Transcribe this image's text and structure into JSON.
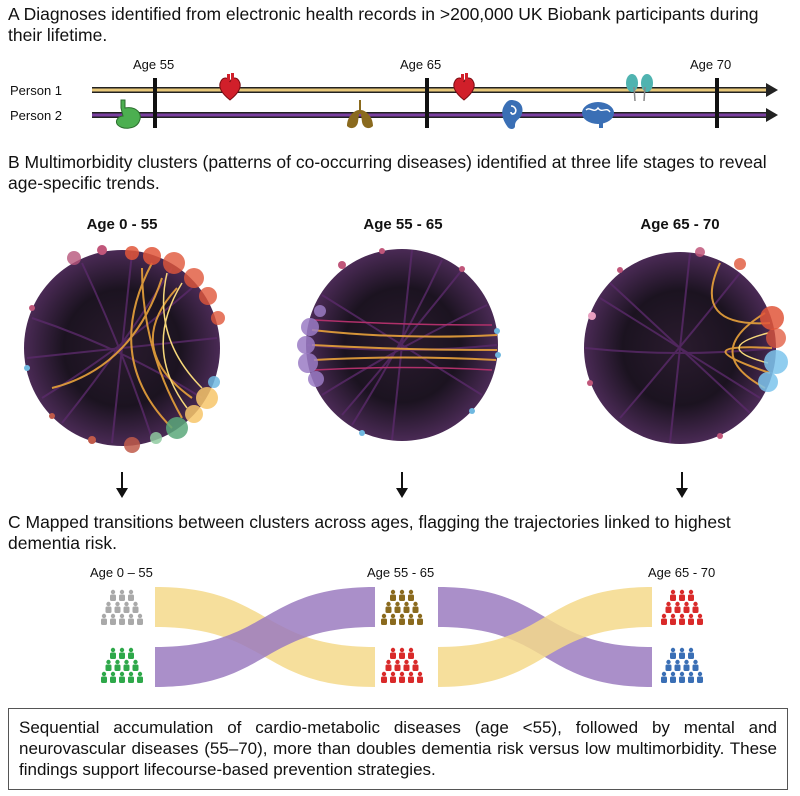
{
  "section_a": {
    "text": "A Diagnoses identified from electronic health records in >200,000 UK Biobank participants during their lifetime.",
    "persons": [
      "Person 1",
      "Person  2"
    ],
    "age_marks": [
      "Age 55",
      "Age 65",
      "Age 70"
    ],
    "person1_color": "#e8c87a",
    "person2_color": "#7a3fa0",
    "icons_person1": [
      "heart-icon",
      "heart-icon",
      "kidney-icon"
    ],
    "icons_person2": [
      "stomach-icon",
      "lungs-icon",
      "ear-icon",
      "brain-icon"
    ]
  },
  "section_b": {
    "text": "B Multimorbidity clusters (patterns of co-occurring diseases) identified at three life stages to reveal age-specific trends.",
    "panels": [
      "Age 0 - 55",
      "Age 55 - 65",
      "Age 65 - 70"
    ]
  },
  "section_c": {
    "text": "C Mapped transitions between clusters across ages, flagging the trajectories linked to highest dementia risk.",
    "ages": [
      "Age 0 – 55",
      "Age 55 - 65",
      "Age 65 - 70"
    ],
    "flow_colors": {
      "yellow": "#f5d98b",
      "purple": "#9b7bc0"
    },
    "people_colors": [
      "#a9a9a9",
      "#2ea84a",
      "#8a6a1e",
      "#d92a2a",
      "#d92a2a",
      "#3a6fb5"
    ]
  },
  "summary": {
    "text": "Sequential accumulation of cardio-metabolic diseases (age <55), followed by mental and neurovascular diseases (55–70), more than doubles dementia risk versus low multimorbidity. These findings support lifecourse-based prevention strategies."
  }
}
